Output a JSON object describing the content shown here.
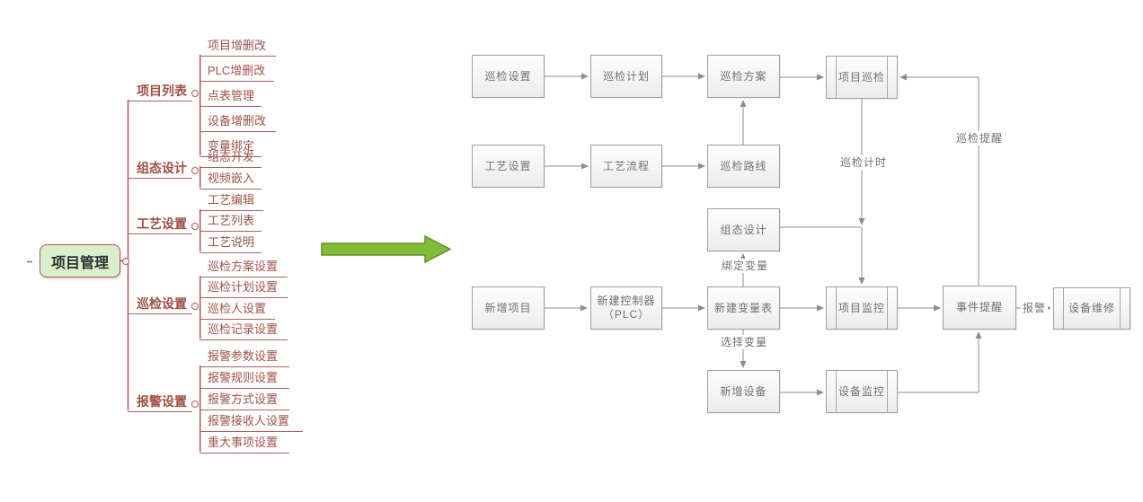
{
  "mindmap": {
    "root": "项目管理",
    "branches": [
      {
        "label": "项目列表",
        "children": [
          "项目增删改",
          "PLC增删改",
          "点表管理",
          "设备增删改",
          "变量绑定"
        ]
      },
      {
        "label": "组态设计",
        "children": [
          "组态开发",
          "视频嵌入"
        ]
      },
      {
        "label": "工艺设置",
        "children": [
          "工艺编辑",
          "工艺列表",
          "工艺说明"
        ]
      },
      {
        "label": "巡检设置",
        "children": [
          "巡检方案设置",
          "巡检计划设置",
          "巡检人设置",
          "巡检记录设置"
        ]
      },
      {
        "label": "报警设置",
        "children": [
          "报警参数设置",
          "报警规则设置",
          "报警方式设置",
          "报警接收人设置",
          "重大事项设置"
        ]
      }
    ]
  },
  "flowchart": {
    "nodes": {
      "inspection_settings": "巡检设置",
      "inspection_plan": "巡检计划",
      "inspection_scheme": "巡检方案",
      "project_inspection": "项目巡检",
      "process_settings": "工艺设置",
      "process_flow": "工艺流程",
      "inspection_route": "巡检路线",
      "configuration_design": "组态设计",
      "new_project": "新增项目",
      "new_controller_line1": "新建控制器",
      "new_controller_line2": "（PLC）",
      "new_variable_table": "新建变量表",
      "project_monitoring": "项目监控",
      "event_reminder": "事件提醒",
      "equipment_repair": "设备维修",
      "new_equipment": "新增设备",
      "equipment_monitoring": "设备监控"
    },
    "edge_labels": {
      "inspection_timing": "巡检计时",
      "inspection_reminder": "巡检提醒",
      "bind_variables": "绑定变量",
      "select_variables": "选择变量",
      "alarm": "报警"
    }
  },
  "colors": {
    "mindmap_line": "#b06060",
    "mindmap_text": "#a0524a",
    "root_fill": "#d9eeca",
    "root_border": "#ad5a5a",
    "box_border": "#9e9e9e",
    "box_text": "#707070",
    "connector": "#8c8c8c",
    "arrow_green": "#82bd3a"
  }
}
